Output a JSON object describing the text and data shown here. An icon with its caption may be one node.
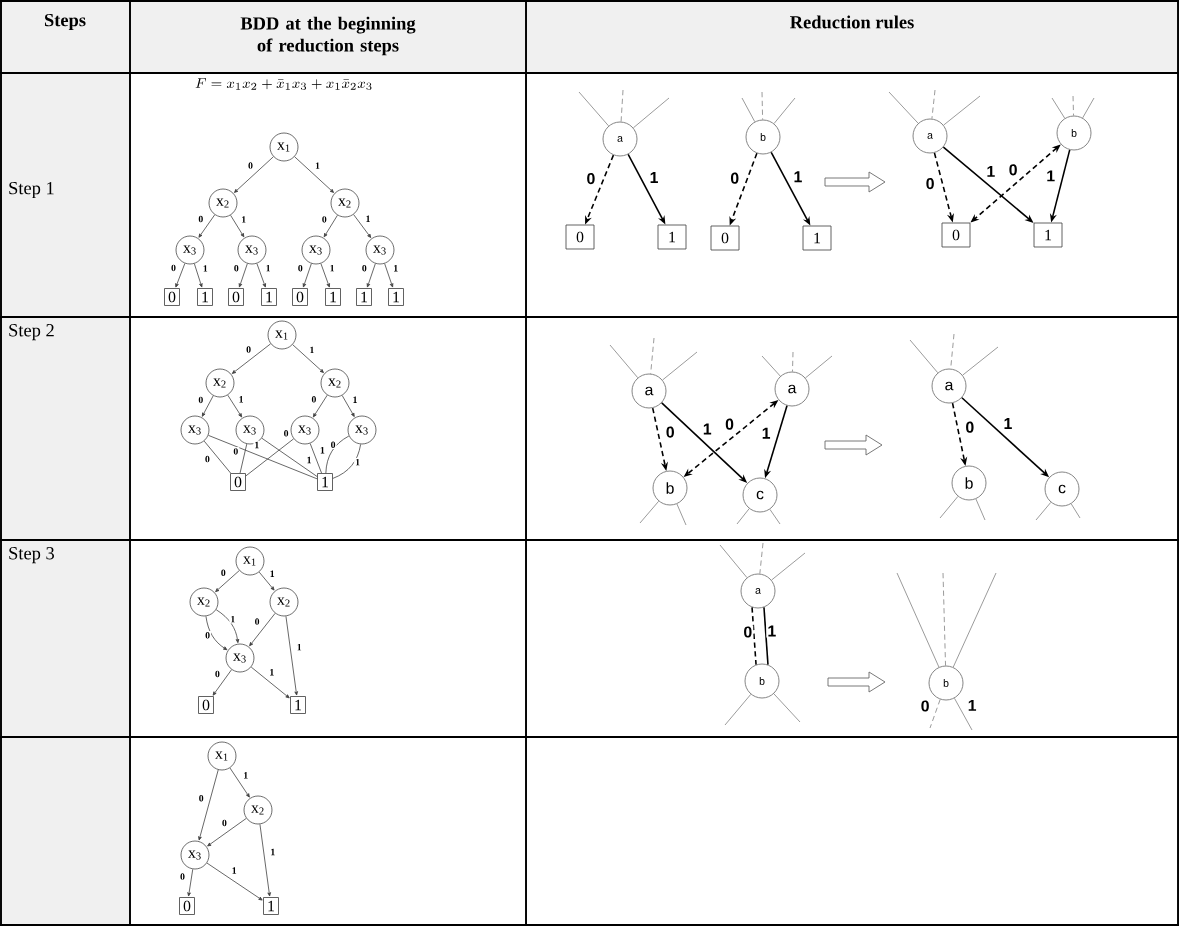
{
  "diagram": {
    "nodes": [
      {
        "text": [
          "x$_{1}$"
        ]
      },
      {
        "text": [
          "x$_{2}$"
        ]
      },
      {
        "text": [
          "x$_{2}$"
        ]
      },
      {
        "text": [
          "x$_{3}$"
        ]
      },
      {
        "text": [
          "x$_{3}$"
        ]
      },
      {
        "text": [
          "x$_{3}$"
        ]
      },
      {
        "text": [
          "x$_{3}$"
        ]
      },
      {
        "text": [
          "0"
        ]
      },
      {
        "text": [
          "1"
        ]
      },
      {
        "text": [
          "0"
        ]
      },
      {
        "text": [
          "1"
        ]
      },
      {
        "text": [
          "0"
        ]
      },
      {
        "text": [
          "1"
        ]
      },
      {
        "text": [
          "1"
        ]
      },
      {
        "text": [
          "1"
        ]
      },
      {
        "text": [
          "a"
        ]
      },
      {
        "text": [
          "b"
        ]
      },
      {
        "text": [
          "a"
        ]
      },
      {
        "text": [
          "b"
        ]
      },
      {
        "text": [
          "0"
        ]
      },
      {
        "text": [
          "1"
        ]
      },
      {
        "text": [
          "0"
        ]
      },
      {
        "text": [
          "1"
        ]
      },
      {
        "text": [
          "0"
        ]
      },
      {
        "text": [
          "1"
        ]
      },
      {
        "text": [
          "x$_{1}$"
        ]
      },
      {
        "text": [
          "x$_{2}$"
        ]
      },
      {
        "text": [
          "x$_{2}$"
        ]
      },
      {
        "text": [
          "x$_{3}$"
        ]
      },
      {
        "text": [
          "x$_{3}$"
        ]
      },
      {
        "text": [
          "x$_{3}$"
        ]
      },
      {
        "text": [
          "x$_{3}$"
        ]
      },
      {
        "text": [
          "0"
        ]
      },
      {
        "text": [
          "1"
        ]
      },
      {
        "text": [
          "a"
        ]
      },
      {
        "text": [
          "a"
        ]
      },
      {
        "text": [
          "a"
        ]
      },
      {
        "text": [
          "b"
        ]
      },
      {
        "text": [
          "c"
        ]
      },
      {
        "text": [
          "b"
        ]
      },
      {
        "text": [
          "c"
        ]
      },
      {
        "text": [
          "x$_{1}$"
        ]
      },
      {
        "text": [
          "x$_{2}$"
        ]
      },
      {
        "text": [
          "x$_{2}$"
        ]
      },
      {
        "text": [
          "x$_{3}$"
        ]
      },
      {
        "text": [
          "0"
        ]
      },
      {
        "text": [
          "1"
        ]
      },
      {
        "text": [
          "a"
        ]
      },
      {
        "text": [
          "b"
        ]
      },
      {
        "text": [
          "b"
        ]
      },
      {
        "text": [
          "x$_{1}$"
        ]
      },
      {
        "text": [
          "x$_{2}$"
        ]
      },
      {
        "text": [
          "x$_{3}$"
        ]
      },
      {
        "text": [
          "0"
        ]
      },
      {
        "text": [
          "1"
        ]
      }
    ],
    "edges": [
      {
        "from": 0,
        "to": 1,
        "arrow": "to",
        "label": "0"
      },
      {
        "from": 0,
        "to": 2,
        "arrow": "to",
        "label": "1"
      },
      {
        "from": 1,
        "to": 3,
        "arrow": "to",
        "label": "0"
      },
      {
        "from": 1,
        "to": 4,
        "arrow": "to",
        "label": "1"
      },
      {
        "from": 2,
        "to": 5,
        "arrow": "to",
        "label": "0"
      },
      {
        "from": 2,
        "to": 6,
        "arrow": "to",
        "label": "1"
      },
      {
        "from": 3,
        "to": 7,
        "arrow": "to",
        "label": "0"
      },
      {
        "from": 3,
        "to": 8,
        "arrow": "to",
        "label": "1"
      },
      {
        "from": 4,
        "to": 9,
        "arrow": "to",
        "label": "0"
      },
      {
        "from": 4,
        "to": 10,
        "arrow": "to",
        "label": "1"
      },
      {
        "from": 5,
        "to": 11,
        "arrow": "to",
        "label": "0"
      },
      {
        "from": 5,
        "to": 12,
        "arrow": "to",
        "label": "1"
      },
      {
        "from": 6,
        "to": 13,
        "arrow": "to",
        "label": "0"
      },
      {
        "from": 6,
        "to": 14,
        "arrow": "to",
        "label": "1"
      },
      {
        "from": 15,
        "to": 19,
        "arrow": "to",
        "label": "0",
        "style": "dashed"
      },
      {
        "from": 15,
        "to": 20,
        "arrow": "to",
        "label": "1"
      },
      {
        "from": 16,
        "to": 21,
        "arrow": "to",
        "label": "0",
        "style": "dashed"
      },
      {
        "from": 16,
        "to": 22,
        "arrow": "to",
        "label": "1"
      },
      {
        "from": 17,
        "to": 23,
        "arrow": "to",
        "label": "0",
        "style": "dashed"
      },
      {
        "from": 17,
        "to": 24,
        "arrow": "to",
        "label": "1"
      },
      {
        "from": 18,
        "to": 23,
        "arrow": "both",
        "label": "0",
        "style": "dashed"
      },
      {
        "from": 18,
        "to": 24,
        "arrow": "to",
        "label": "1"
      },
      {
        "from": null,
        "to": 15,
        "arrow": "none"
      },
      {
        "from": null,
        "to": 15,
        "arrow": "none",
        "style": "dashed"
      },
      {
        "from": null,
        "to": 15,
        "arrow": "none"
      },
      {
        "from": null,
        "to": 16,
        "arrow": "none"
      },
      {
        "from": null,
        "to": 16,
        "arrow": "none",
        "style": "dashed"
      },
      {
        "from": null,
        "to": 16,
        "arrow": "none"
      },
      {
        "from": null,
        "to": 17,
        "arrow": "none"
      },
      {
        "from": null,
        "to": 17,
        "arrow": "none",
        "style": "dashed"
      },
      {
        "from": null,
        "to": 17,
        "arrow": "none"
      },
      {
        "from": null,
        "to": 18,
        "arrow": "none"
      },
      {
        "from": null,
        "to": 18,
        "arrow": "none",
        "style": "dashed"
      },
      {
        "from": null,
        "to": 18,
        "arrow": "none"
      },
      {
        "from": 25,
        "to": 26,
        "arrow": "to",
        "label": "0"
      },
      {
        "from": 25,
        "to": 27,
        "arrow": "to",
        "label": "1"
      },
      {
        "from": 26,
        "to": 28,
        "arrow": "to",
        "label": "0"
      },
      {
        "from": 26,
        "to": 29,
        "arrow": "to",
        "label": "1"
      },
      {
        "from": 27,
        "to": 30,
        "arrow": "to",
        "label": "0"
      },
      {
        "from": 27,
        "to": 31,
        "arrow": "to",
        "label": "1"
      },
      {
        "from": 28,
        "to": 32,
        "arrow": "none",
        "label": "0"
      },
      {
        "from": 28,
        "to": 33,
        "arrow": "none",
        "label": "1"
      },
      {
        "from": 29,
        "to": 32,
        "arrow": "none",
        "label": "0"
      },
      {
        "from": 29,
        "to": 33,
        "arrow": "none",
        "label": "1"
      },
      {
        "from": 30,
        "to": 32,
        "arrow": "none",
        "label": "0"
      },
      {
        "from": 30,
        "to": 33,
        "arrow": "none",
        "label": "1"
      },
      {
        "from": 31,
        "to": 33,
        "arrow": "none",
        "label": "0"
      },
      {
        "from": 31,
        "to": 33,
        "arrow": "none",
        "label": "1"
      },
      {
        "from": 34,
        "to": 37,
        "arrow": "to",
        "label": "0",
        "style": "dashed"
      },
      {
        "from": 34,
        "to": 38,
        "arrow": "to",
        "label": "1"
      },
      {
        "from": 35,
        "to": 37,
        "arrow": "both",
        "label": "0",
        "style": "dashed"
      },
      {
        "from": 35,
        "to": 38,
        "arrow": "to",
        "label": "1"
      },
      {
        "from": 36,
        "to": 39,
        "arrow": "to",
        "label": "0",
        "style": "dashed"
      },
      {
        "from": 36,
        "to": 40,
        "arrow": "to",
        "label": "1"
      },
      {
        "from": null,
        "to": 34,
        "arrow": "none"
      },
      {
        "from": null,
        "to": 34,
        "arrow": "none",
        "style": "dashed"
      },
      {
        "from": null,
        "to": 34,
        "arrow": "none"
      },
      {
        "from": null,
        "to": 35,
        "arrow": "none"
      },
      {
        "from": null,
        "to": 35,
        "arrow": "none",
        "style": "dashed"
      },
      {
        "from": null,
        "to": 35,
        "arrow": "none"
      },
      {
        "from": null,
        "to": 36,
        "arrow": "none"
      },
      {
        "from": null,
        "to": 36,
        "arrow": "none",
        "style": "dashed"
      },
      {
        "from": null,
        "to": 36,
        "arrow": "none"
      },
      {
        "from": 37,
        "to": null,
        "arrow": "none"
      },
      {
        "from": 37,
        "to": null,
        "arrow": "none"
      },
      {
        "from": 38,
        "to": null,
        "arrow": "none"
      },
      {
        "from": 38,
        "to": null,
        "arrow": "none"
      },
      {
        "from": 39,
        "to": null,
        "arrow": "none"
      },
      {
        "from": 39,
        "to": null,
        "arrow": "none"
      },
      {
        "from": 40,
        "to": null,
        "arrow": "none"
      },
      {
        "from": 40,
        "to": null,
        "arrow": "none"
      },
      {
        "from": 41,
        "to": 42,
        "arrow": "to",
        "label": "0"
      },
      {
        "from": 41,
        "to": 43,
        "arrow": "to",
        "label": "1"
      },
      {
        "from": 42,
        "to": 44,
        "arrow": "to",
        "label": "0"
      },
      {
        "from": 42,
        "to": 44,
        "arrow": "to",
        "label": "1"
      },
      {
        "from": 43,
        "to": 44,
        "arrow": "to",
        "label": "0"
      },
      {
        "from": 43,
        "to": 46,
        "arrow": "to",
        "label": "1"
      },
      {
        "from": 44,
        "to": 45,
        "arrow": "to",
        "label": "0"
      },
      {
        "from": 44,
        "to": 46,
        "arrow": "to",
        "label": "1"
      },
      {
        "from": 47,
        "to": 48,
        "arrow": "none",
        "label": "0",
        "style": "dashed"
      },
      {
        "from": 47,
        "to": 48,
        "arrow": "none",
        "label": "1"
      },
      {
        "from": null,
        "to": 47,
        "arrow": "none"
      },
      {
        "from": null,
        "to": 47,
        "arrow": "none",
        "style": "dashed"
      },
      {
        "from": null,
        "to": 47,
        "arrow": "none"
      },
      {
        "from": 48,
        "to": null,
        "arrow": "none"
      },
      {
        "from": 48,
        "to": null,
        "arrow": "none"
      },
      {
        "from": null,
        "to": 49,
        "arrow": "none"
      },
      {
        "from": null,
        "to": 49,
        "arrow": "none",
        "style": "dashed"
      },
      {
        "from": null,
        "to": 49,
        "arrow": "none"
      },
      {
        "from": 49,
        "to": null,
        "arrow": "none",
        "label": "0",
        "style": "dashed"
      },
      {
        "from": 49,
        "to": null,
        "arrow": "none",
        "label": "1"
      },
      {
        "from": 50,
        "to": 52,
        "arrow": "to",
        "label": "0"
      },
      {
        "from": 50,
        "to": 51,
        "arrow": "to",
        "label": "1"
      },
      {
        "from": 51,
        "to": 52,
        "arrow": "to",
        "label": "0"
      },
      {
        "from": 51,
        "to": 54,
        "arrow": "to",
        "label": "1"
      },
      {
        "from": 52,
        "to": 53,
        "arrow": "to",
        "label": "0"
      },
      {
        "from": 52,
        "to": 54,
        "arrow": "to",
        "label": "1"
      }
    ],
    "labels": [
      "Steps",
      "BDD at the beginning of reduction steps",
      "Reduction rules",
      "Step 1",
      "F=x_1x_2+\\bar{x}_1x_3+x_1\\bar{x}_2x_3",
      "Step 2",
      "Step 3"
    ]
  }
}
